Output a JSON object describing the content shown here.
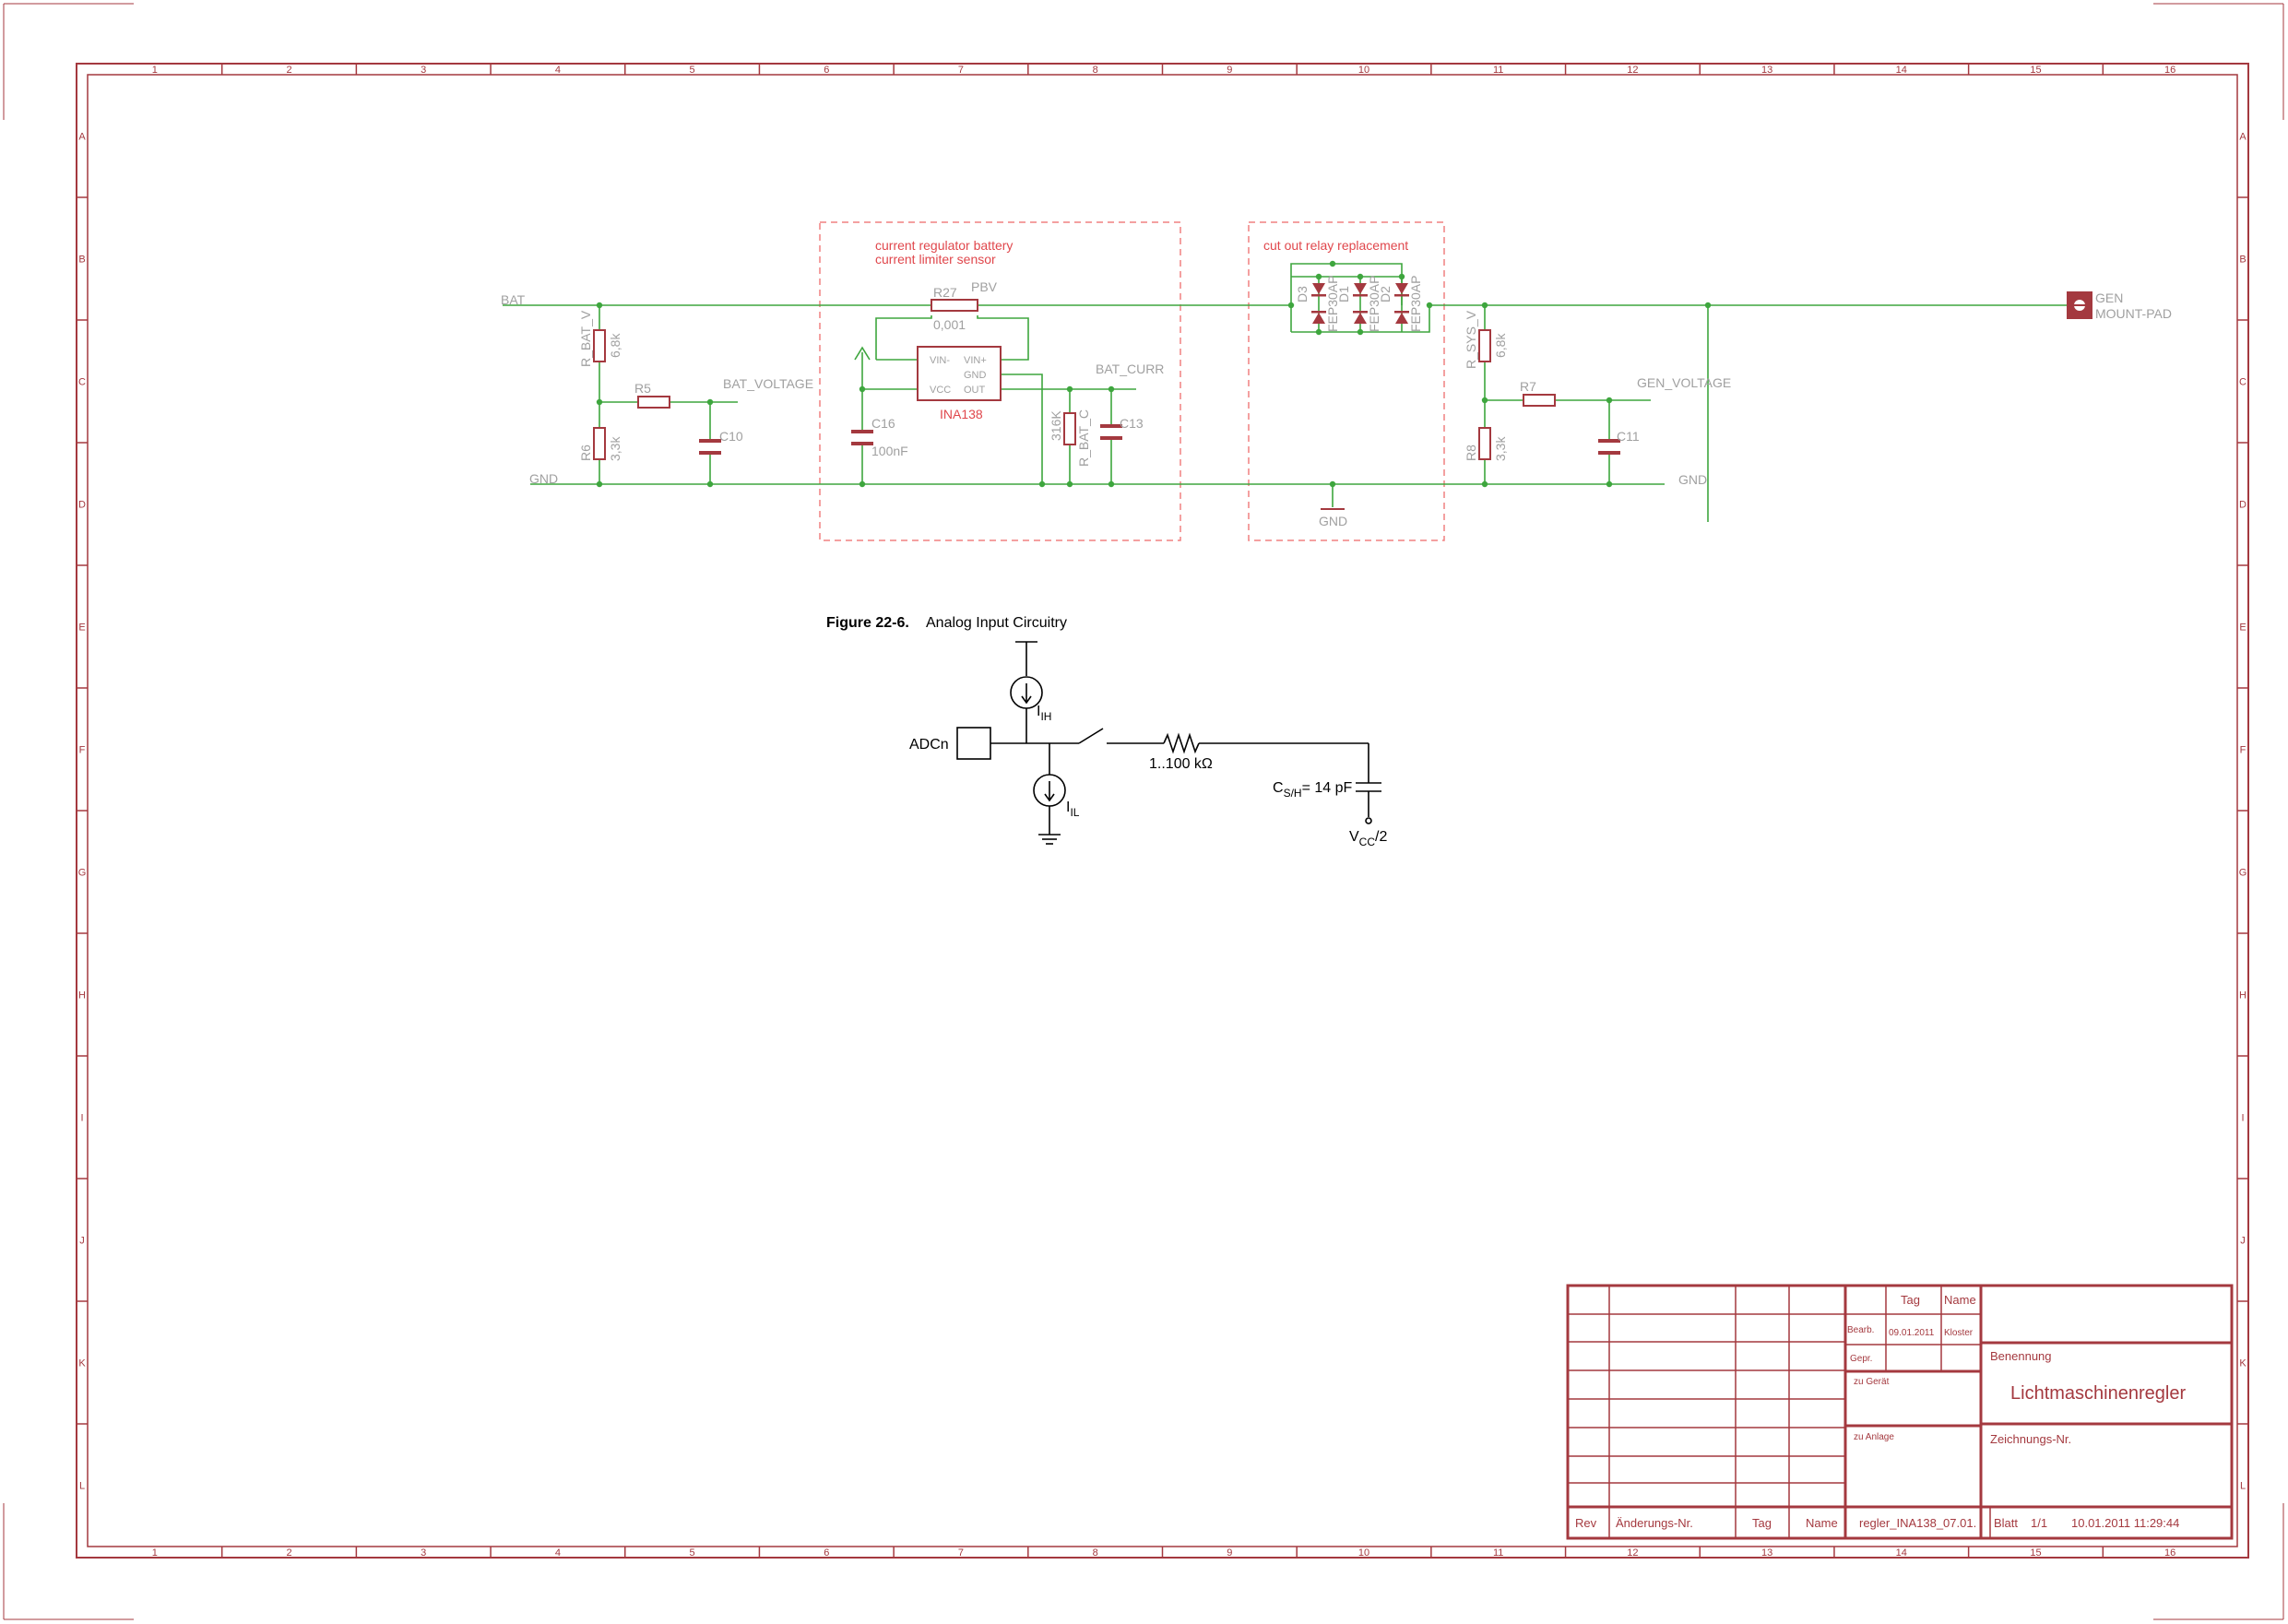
{
  "frame": {
    "columns": [
      "1",
      "2",
      "3",
      "4",
      "5",
      "6",
      "7",
      "8",
      "9",
      "10",
      "11",
      "12",
      "13",
      "14",
      "15",
      "16"
    ],
    "rows": [
      "A",
      "B",
      "C",
      "D",
      "E",
      "F",
      "G",
      "H",
      "I",
      "J",
      "K",
      "L"
    ]
  },
  "regions": {
    "current": {
      "line1": "current regulator battery",
      "line2": "current limiter sensor"
    },
    "relay": {
      "line1": "cut out relay replacement"
    }
  },
  "nets": {
    "bat": "BAT",
    "gnd_left": "GND",
    "gnd_right": "GND",
    "gnd_symbol": "GND",
    "bat_voltage": "BAT_VOLTAGE",
    "bat_curr": "BAT_CURR",
    "gen_voltage": "GEN_VOLTAGE",
    "pbv": "PBV"
  },
  "parts": {
    "r_bat_v": {
      "name": "R_BAT_V",
      "value": "6,8k"
    },
    "r6": {
      "name": "R6",
      "value": "3,3k"
    },
    "r5": {
      "name": "R5"
    },
    "c10": {
      "name": "C10"
    },
    "r27": {
      "name": "R27",
      "value": "0,001"
    },
    "c16": {
      "name": "C16",
      "value": "100nF"
    },
    "ina": {
      "name": "INA138",
      "vin_minus": "VIN-",
      "vin_plus": "VIN+",
      "gnd": "GND",
      "vcc": "VCC",
      "out": "OUT"
    },
    "r_bat_c": {
      "name": "R_BAT_C",
      "value": "316K"
    },
    "c13": {
      "name": "C13"
    },
    "d3": {
      "name": "D3",
      "value": "FEP30AP"
    },
    "d1": {
      "name": "D1",
      "value": "FEP30AP"
    },
    "d2": {
      "name": "D2",
      "value": "FEP30AP"
    },
    "r_sys_v": {
      "name": "R_SYS_V",
      "value": "6,8k"
    },
    "r8": {
      "name": "R8",
      "value": "3,3k"
    },
    "r7": {
      "name": "R7"
    },
    "c11": {
      "name": "C11"
    },
    "gen": {
      "name": "GEN",
      "value": "MOUNT-PAD"
    }
  },
  "figure": {
    "title_bold": "Figure 22-6.",
    "title": "Analog Input Circuitry",
    "adcn": "ADCn",
    "iih": "I",
    "iih_sub": "IH",
    "iil": "I",
    "iil_sub": "IL",
    "res": "1..100 kΩ",
    "csh": "C",
    "csh_sub": "S/H",
    "csh_val": "= 14 pF",
    "vcc": "V",
    "vcc_sub": "CC",
    "vcc_tail": "/2"
  },
  "titleblock": {
    "tag": "Tag",
    "name": "Name",
    "bearb": "Bearb.",
    "bearb_date": "09.01.2011",
    "bearb_name": "Kloster",
    "gepr": "Gepr.",
    "zu_geraet": "zu Gerät",
    "zu_anlage": "zu Anlage",
    "benennung": "Benennung",
    "title": "Lichtmaschinenregler",
    "zeichnungs_nr": "Zeichnungs-Nr.",
    "rev": "Rev",
    "aenderungs_nr": "Änderungs-Nr.",
    "tag2": "Tag",
    "name2": "Name",
    "file": "regler_INA138_07.01.",
    "blatt": "Blatt",
    "blatt_val": "1/1",
    "datetime": "10.01.2011 11:29:44"
  }
}
